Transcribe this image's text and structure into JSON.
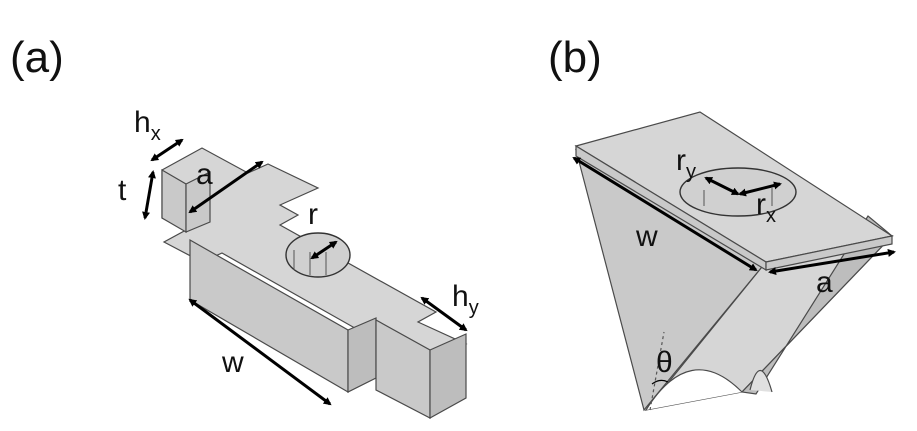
{
  "panels": {
    "a": {
      "label": "(a)",
      "dims": {
        "hx": "h",
        "hx_sub": "x",
        "t": "t",
        "a": "a",
        "r": "r",
        "hy": "h",
        "hy_sub": "y",
        "w": "w"
      }
    },
    "b": {
      "label": "(b)",
      "dims": {
        "ry": "r",
        "ry_sub": "y",
        "rx": "r",
        "rx_sub": "x",
        "w": "w",
        "a": "a",
        "theta": "θ"
      }
    }
  }
}
